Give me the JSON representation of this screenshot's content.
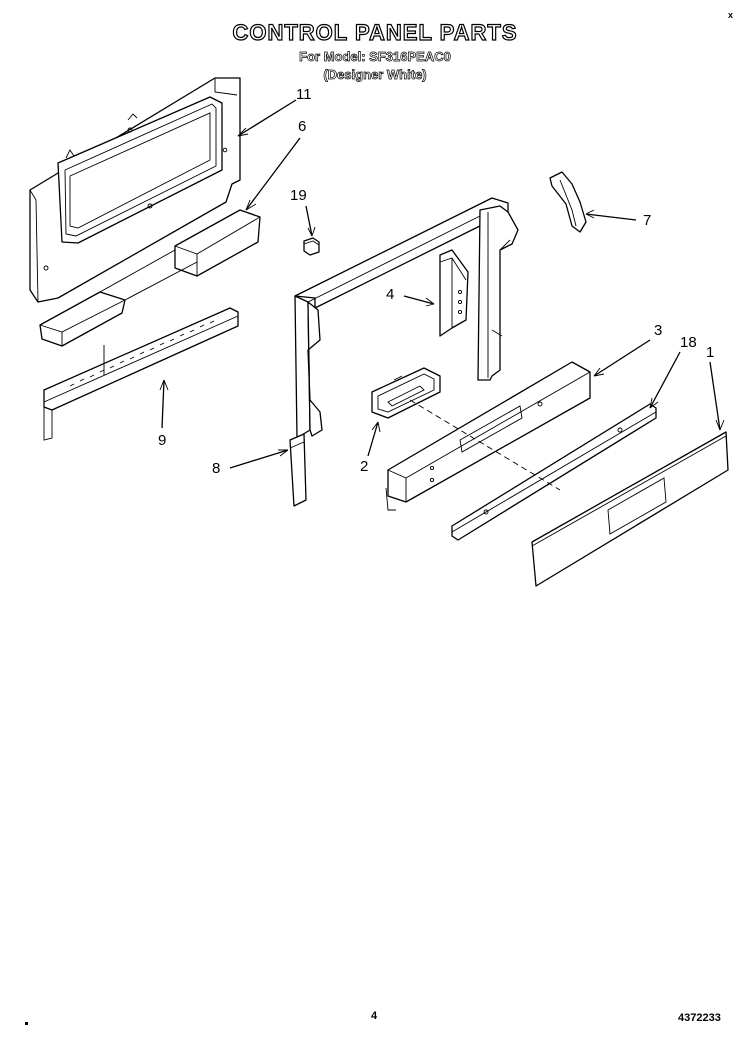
{
  "page": {
    "title": "CONTROL PANEL PARTS",
    "model_line": "For Model: SF316PEAC0",
    "color_line": "(Designer White)",
    "page_number": "4",
    "doc_number": "4372233",
    "corner_mark": "x"
  },
  "callouts": {
    "c11": "11",
    "c6": "6",
    "c19": "19",
    "c7": "7",
    "c4": "4",
    "c3": "3",
    "c18": "18",
    "c1": "1",
    "c9": "9",
    "c2": "2",
    "c8": "8"
  }
}
